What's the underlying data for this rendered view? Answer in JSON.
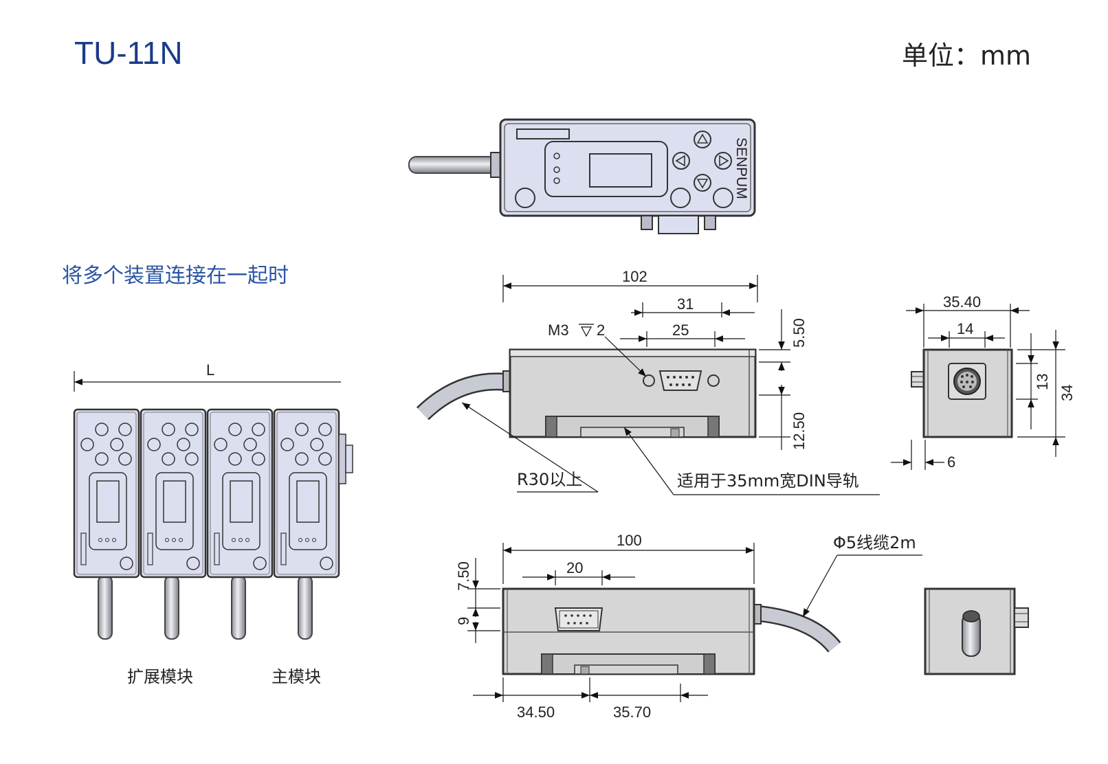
{
  "header": {
    "title": "TU-11N",
    "unit": "单位：mm"
  },
  "section": {
    "multi_unit_label": "将多个装置连接在一起时"
  },
  "front_view": {
    "brand": "SENPUM"
  },
  "multi_view": {
    "length_label": "L",
    "expansion_label": "扩展模块",
    "main_label": "主模块"
  },
  "side_view": {
    "dim_102": "102",
    "dim_31": "31",
    "thread_label": "M3",
    "thread_depth": "2",
    "dim_25": "25",
    "dim_550": "5.50",
    "dim_1250": "12.50",
    "bend_radius_label": "R30以上",
    "din_rail_label": "适用于35mm宽DIN导轨"
  },
  "end_view": {
    "dim_3540": "35.40",
    "dim_14": "14",
    "dim_13": "13",
    "dim_34": "34",
    "dim_6": "6"
  },
  "bottom_view": {
    "dim_100": "100",
    "dim_20": "20",
    "dim_750": "7.50",
    "dim_9": "9",
    "dim_3450": "34.50",
    "dim_3570": "35.70",
    "cable_label": "Φ5线缆2m"
  },
  "colors": {
    "title_blue": "#1b3a8a",
    "subtitle_blue": "#2a55a3",
    "body_fill": "#d6d6d6",
    "panel_fill": "#dcdff0"
  }
}
